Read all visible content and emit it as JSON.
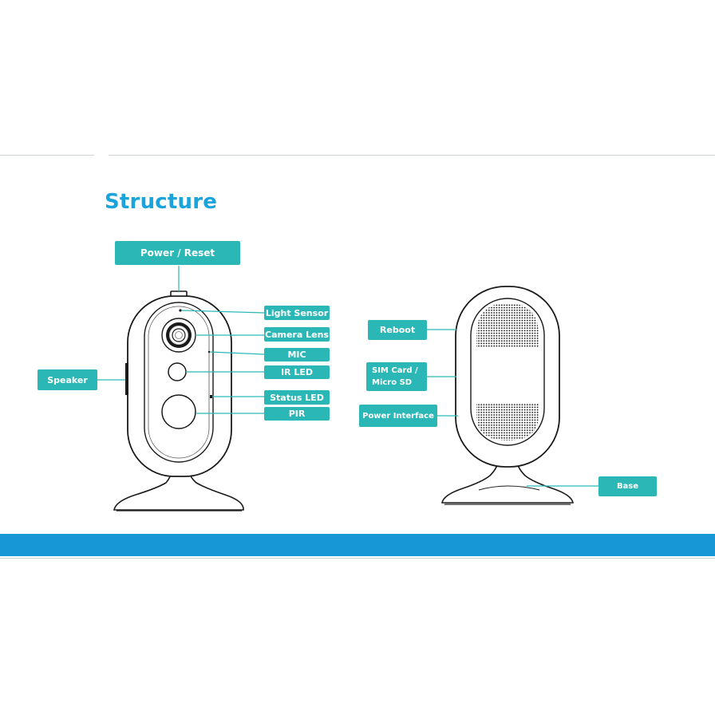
{
  "title": "Structure",
  "labels": {
    "power_reset": "Power / Reset",
    "light_sensor": "Light Sensor",
    "camera_lens": "Camera Lens",
    "mic": "MIC",
    "ir_led": "IR LED",
    "speaker": "Speaker",
    "status_led": "Status LED",
    "pir": "PIR",
    "reboot": "Reboot",
    "sim_card_line1": "SIM Card /",
    "sim_card_line2": "Micro SD",
    "power_interface": "Power Interface",
    "base": "Base"
  },
  "colors": {
    "title": "#1ba3dc",
    "label_bg": "#2cb7b7",
    "bottom_bar": "#1797d5",
    "line": "#2cb7b7",
    "outline": "#1a1a1a"
  }
}
